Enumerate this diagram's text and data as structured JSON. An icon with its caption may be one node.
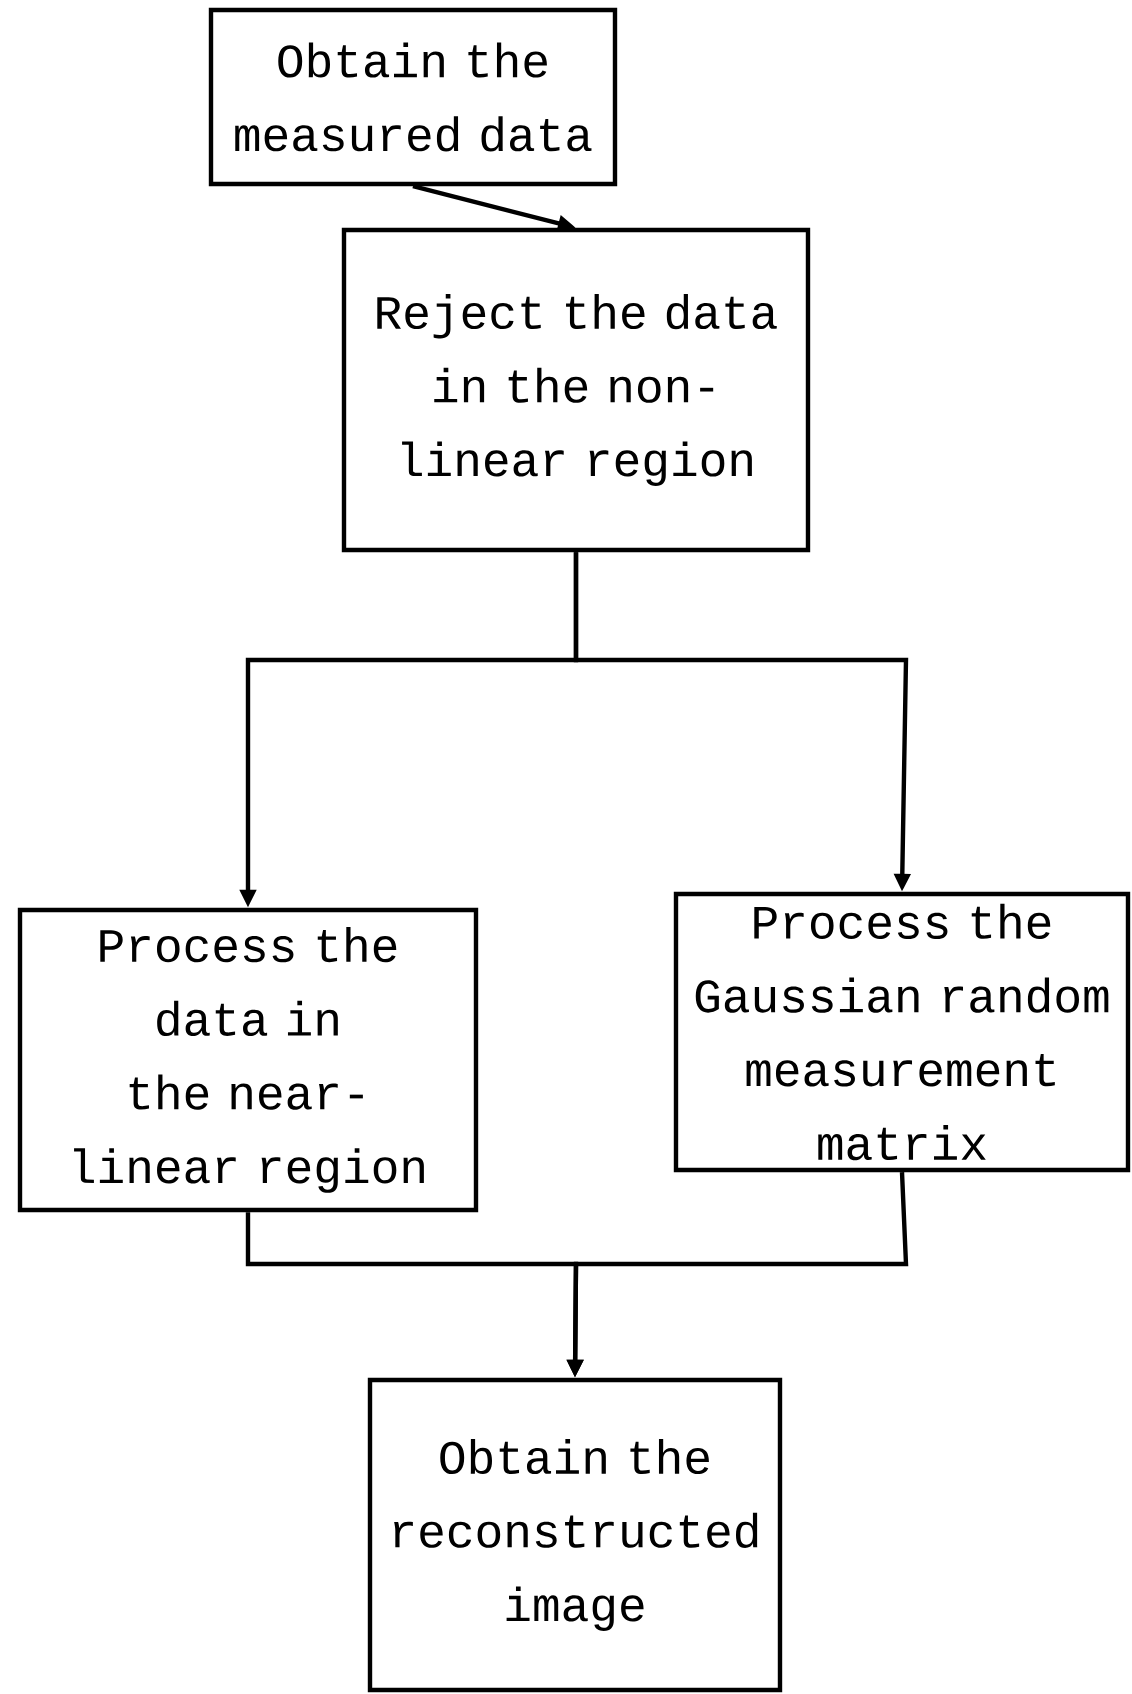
{
  "diagram": {
    "nodes": [
      {
        "text": [
          "Obtain the measured data"
        ]
      },
      {
        "text": [
          "Reject the data in the non-linear region"
        ]
      },
      {
        "text": [
          "Process the data in the near-linear region"
        ]
      },
      {
        "text": [
          "Process the Gaussian random measurement matrix"
        ]
      },
      {
        "text": [
          "Obtain the reconstructed image"
        ]
      }
    ],
    "edges": [
      {
        "from": 0,
        "to": 1,
        "arrow": "to"
      },
      {
        "from": 1,
        "to": 2,
        "arrow": "to"
      },
      {
        "from": 1,
        "to": 3,
        "arrow": "to"
      },
      {
        "from": 2,
        "to": 4,
        "arrow": "to"
      },
      {
        "from": 3,
        "to": 4,
        "arrow": "to"
      }
    ]
  }
}
